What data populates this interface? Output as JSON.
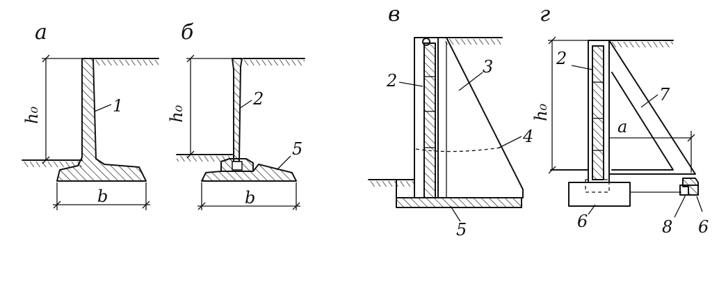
{
  "panels": {
    "a": {
      "letter": "а",
      "height_label": "h₀",
      "width_label": "b",
      "callouts": [
        "1"
      ]
    },
    "b": {
      "letter": "б",
      "height_label": "h₀",
      "width_label": "b",
      "callouts": [
        "2",
        "5"
      ]
    },
    "v": {
      "letter": "в",
      "callouts": [
        "2",
        "3",
        "4",
        "5"
      ]
    },
    "g": {
      "letter": "г",
      "height_label": "h₀",
      "dim_label": "a",
      "callouts": [
        "2",
        "7",
        "6",
        "8",
        "6"
      ]
    }
  }
}
